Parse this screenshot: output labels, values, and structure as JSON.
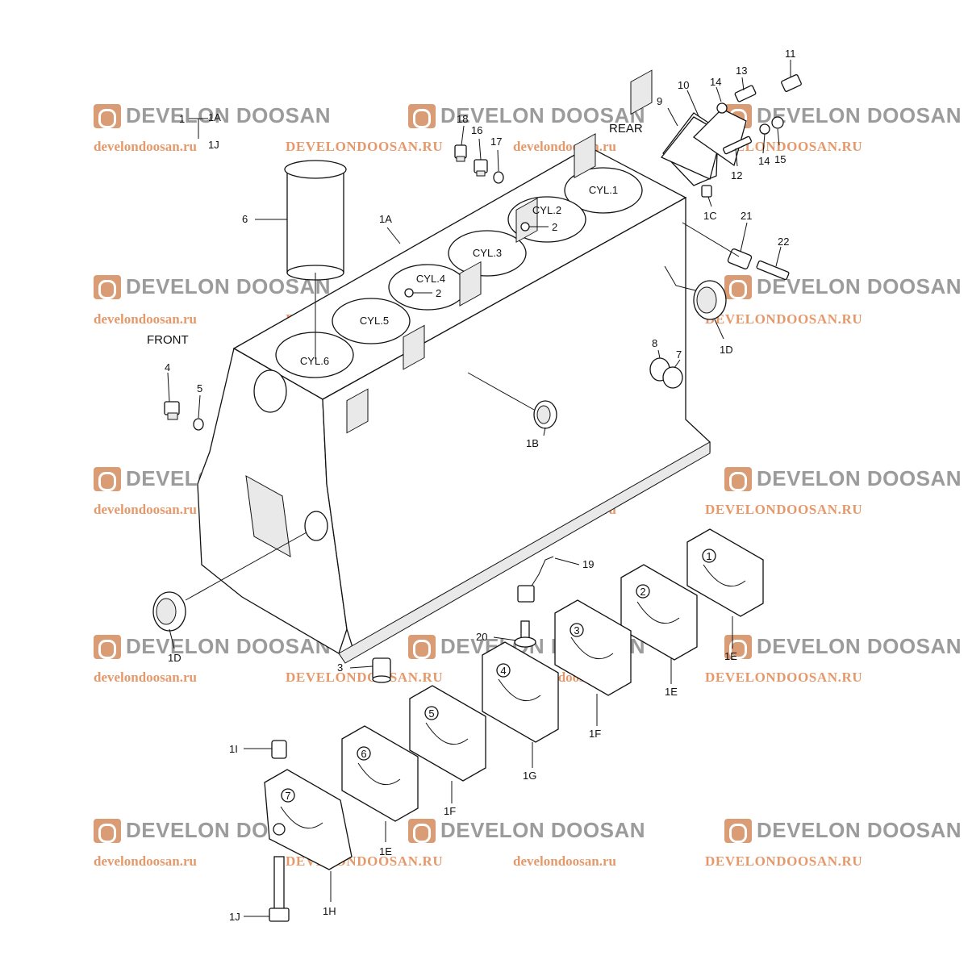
{
  "watermark": {
    "brand": "DEVELON DOOSAN",
    "url_lower": "develondoosan.ru",
    "url_upper": "DEVELONDOOSAN.RU"
  },
  "orientation": {
    "front": "FRONT",
    "rear": "REAR"
  },
  "cylinders": [
    "CYL.1",
    "CYL.2",
    "CYL.3",
    "CYL.4",
    "CYL.5",
    "CYL.6"
  ],
  "callouts": {
    "c1": "1",
    "c1a_top": "1A",
    "c1j_top": "1J",
    "c1a": "1A",
    "c1b": "1B",
    "c1c": "1C",
    "c1d_right": "1D",
    "c1d_left": "1D",
    "c1e_a": "1E",
    "c1e_b": "1E",
    "c1e_c": "1E",
    "c1f_a": "1F",
    "c1f_b": "1F",
    "c1g": "1G",
    "c1h": "1H",
    "c1i": "1I",
    "c1j": "1J",
    "c2_a": "2",
    "c2_b": "2",
    "c3": "3",
    "c4": "4",
    "c5": "5",
    "c6": "6",
    "c7": "7",
    "c8": "8",
    "c9": "9",
    "c10": "10",
    "c11": "11",
    "c12": "12",
    "c13": "13",
    "c14_a": "14",
    "c14_b": "14",
    "c15": "15",
    "c16": "16",
    "c17": "17",
    "c18": "18",
    "c19": "19",
    "c20": "20",
    "c21": "21",
    "c22": "22"
  },
  "cap_numbers": [
    "1",
    "2",
    "3",
    "4",
    "5",
    "6",
    "7"
  ]
}
